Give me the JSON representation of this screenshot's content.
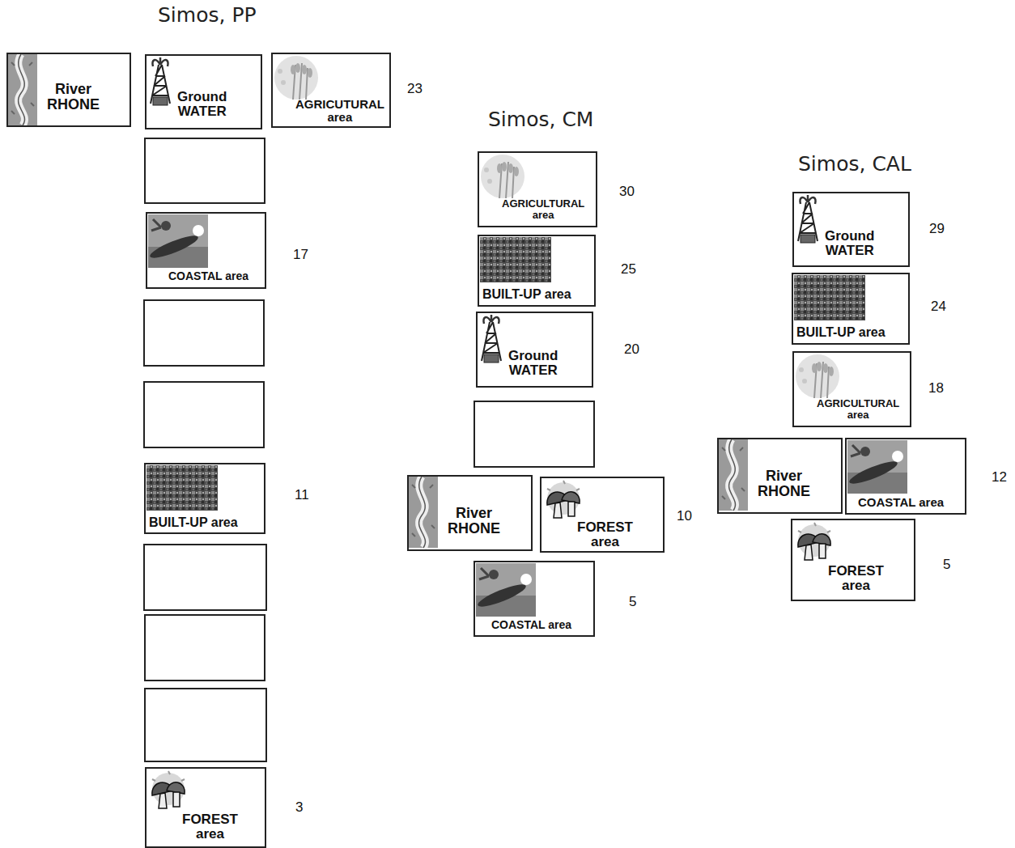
{
  "diagram": {
    "nodes": [
      {
        "text": [
          "River RHONE"
        ]
      },
      {
        "text": [
          "Ground WATER"
        ]
      },
      {
        "text": [
          "AGRICUTURAL area"
        ]
      },
      {
        "text": [
          "COASTAL area"
        ]
      },
      {
        "text": [
          "BUILT-UP area"
        ]
      },
      {
        "text": [
          "FOREST area"
        ]
      },
      {
        "text": [
          "AGRICULTURAL area"
        ]
      },
      {
        "text": [
          "BUILT-UP area"
        ]
      },
      {
        "text": [
          "Ground WATER"
        ]
      },
      {
        "text": [
          "River RHONE"
        ]
      },
      {
        "text": [
          "FOREST area"
        ]
      },
      {
        "text": [
          "COASTAL area"
        ]
      },
      {
        "text": [
          "Ground WATER"
        ]
      },
      {
        "text": [
          "BUILT-UP area"
        ]
      },
      {
        "text": [
          "AGRICULTURAL area"
        ]
      },
      {
        "text": [
          "River RHONE"
        ]
      },
      {
        "text": [
          "COASTAL area"
        ]
      },
      {
        "text": [
          "FOREST area"
        ]
      }
    ],
    "labels": [
      "Simos, PP",
      "23",
      "17",
      "11",
      "3",
      "Simos, CM",
      "30",
      "25",
      "20",
      "10",
      "5",
      "Simos, CAL",
      "29",
      "24",
      "18",
      "12",
      "5"
    ]
  }
}
